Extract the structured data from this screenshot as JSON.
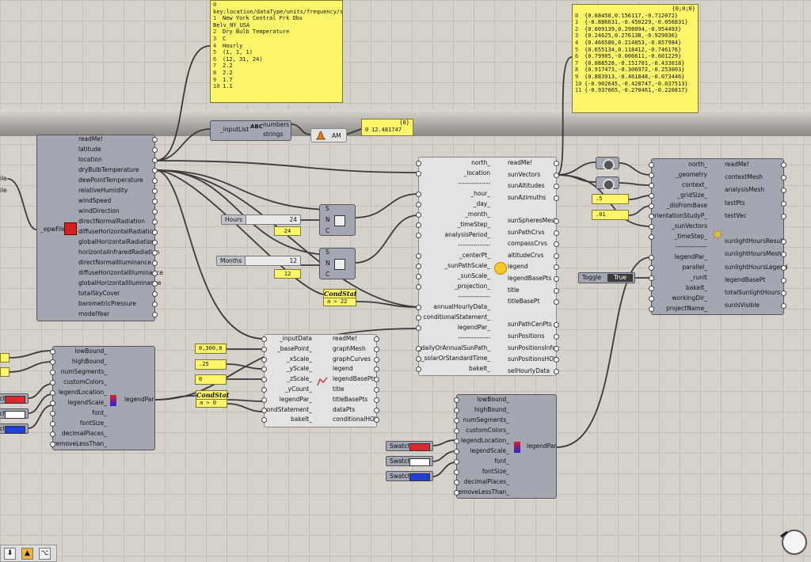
{
  "colors": {
    "accent_red": "#e0262f",
    "accent_white": "#ffffff",
    "accent_blue": "#1f3fd8",
    "panel_yellow": "#fdf66a"
  },
  "top_panel": {
    "lines": [
      {
        "i": "0",
        "t": "key:location/dataType/units/frequency/startsAt/endsAt"
      },
      {
        "i": "1",
        "t": "New York Central Prk Obs Belv_NY_USA"
      },
      {
        "i": "2",
        "t": "Dry Bulb Temperature"
      },
      {
        "i": "3",
        "t": "C"
      },
      {
        "i": "4",
        "t": "Hourly"
      },
      {
        "i": "5",
        "t": "(1, 1, 1)"
      },
      {
        "i": "6",
        "t": "(12, 31, 24)"
      },
      {
        "i": "7",
        "t": "2.2"
      },
      {
        "i": "8",
        "t": "2.2"
      },
      {
        "i": "9",
        "t": "1.7"
      },
      {
        "i": "10",
        "t": "1.1"
      }
    ]
  },
  "vec_panel": {
    "header": "{0;0;0}",
    "lines": [
      {
        "i": "0",
        "t": "{0.68458,0.156117,-0.712072}"
      },
      {
        "i": "1",
        "t": "{-0.886631,-0.450229,-0.056831}"
      },
      {
        "i": "2",
        "t": "{0.009139,0.298094,-0.954493}"
      },
      {
        "i": "3",
        "t": "{0.24625,0.276138,-0.929036}"
      },
      {
        "i": "4",
        "t": "{0.466586,0.214853,-0.857984}"
      },
      {
        "i": "5",
        "t": "{0.655134,0.118412,-0.746176}"
      },
      {
        "i": "6",
        "t": "{0.79905,-0.006611,-0.601229}"
      },
      {
        "i": "7",
        "t": "{0.888528,-0.151701,-0.433018}"
      },
      {
        "i": "8",
        "t": "{0.917473,-0.306972,-0.253003}"
      },
      {
        "i": "9",
        "t": "{0.883913,-0.461848,-0.073446}"
      },
      {
        "i": "10",
        "t": "{-0.902645,-0.428747,-0.037513}"
      },
      {
        "i": "11",
        "t": "{-0.937065,-0.270461,-0.220817}"
      }
    ]
  },
  "avg_panel": {
    "header": "{0}",
    "index": "0",
    "value": "12.481747"
  },
  "input_list": {
    "label": "_inputList",
    "out1": "numbers",
    "out2": "strings"
  },
  "average": {
    "label": "AM"
  },
  "epw": {
    "input": "_epwFile",
    "outputs": [
      "readMe!",
      "latitude",
      "location",
      "dryBulbTemperature",
      "dewPointTemperature",
      "relativeHumidity",
      "windSpeed",
      "windDirection",
      "directNormalRadiation",
      "diffuseHorizontalRadiation",
      "globalHorizontalRadiation",
      "horizontalInfraredRadiation",
      "directNormalIlluminance",
      "diffuseHorizontalIlluminance",
      "globalHorizontalIlluminance",
      "totalSkyCover",
      "barometricPressure",
      "modelYear"
    ]
  },
  "left_edge_labels": [
    "ile",
    "ile"
  ],
  "sliders": [
    {
      "name": "Hours",
      "value": "24"
    },
    {
      "name": "Months",
      "value": "12"
    }
  ],
  "value_panels": {
    "hours": "24",
    "months": "12",
    "basepoint": "0,300,0",
    "xscale": ".25",
    "zscale": "0",
    "gridsize": ".5",
    "disbase": ".01"
  },
  "series": {
    "in": [
      "S",
      "N",
      "C"
    ]
  },
  "conditions": [
    {
      "title": "CondStat",
      "expr": "a > 22"
    },
    {
      "title": "CondStat",
      "expr": "a > 0"
    }
  ],
  "sunpath": {
    "inputs": [
      "north_",
      "_location",
      "---------------",
      "_hour_",
      "_day_",
      "_month_",
      "_timeStep_",
      "analysisPeriod_",
      "---------------",
      "_centerPt_",
      "_sunPathScale_",
      "_sunScale_",
      "_projection_",
      "---------------",
      "annualHourlyData_",
      "conditionalStatement_",
      "legendPar_",
      "---------------",
      "_dailyOrAnnualSunPath_",
      "_solarOrStandardTime_",
      "bakeIt_"
    ],
    "outputs": [
      "readMe!",
      "sunVectors",
      "sunAltitudes",
      "sunAzimuths",
      "",
      "sunSpheresMesh",
      "sunPathCrvs",
      "compassCrvs",
      "altitudeCrvs",
      "legend",
      "legendBasePts",
      "title",
      "titleBasePt",
      "",
      "sunPathCenPts",
      "sunPositions",
      "sunPositionsInfo",
      "sunPositionsHOY",
      "selHourlyData"
    ]
  },
  "sunlight": {
    "inputs": [
      "north_",
      "_geometry",
      "context_",
      "_gridSize_",
      "_disFromBase",
      "orientationStudyP_",
      "_sunVectors",
      "_timeStep_",
      "---------------",
      "legendPar_",
      "parallel_",
      "_runIt",
      "bakeIt_",
      "workingDir_",
      "projectName_"
    ],
    "outputs": [
      "readMe!",
      "contextMesh",
      "analysisMesh",
      "testPts",
      "testVec",
      "",
      "sunlightHoursResult",
      "sunlightHoursMesh",
      "sunlightHoursLegend",
      "legendBasePt",
      "totalSunlightHours",
      "sunIsVisible"
    ]
  },
  "recolor": {
    "inputs": [
      "_inputData",
      "_basePoint_",
      "_xScale_",
      "_yScale_",
      "_zScale_",
      "_yCount_",
      "legendPar_",
      "condStatement_",
      "bakeIt_"
    ],
    "outputs": [
      "readMe!",
      "graphMesh",
      "graphCurves",
      "legend",
      "legendBasePts",
      "title",
      "titleBasePts",
      "dataPts",
      "conditionalHOY"
    ]
  },
  "legend_left": {
    "inputs": [
      "lowBound_",
      "highBound_",
      "numSegments_",
      "customColors_",
      "legendLocation_",
      "legendScale_",
      "font_",
      "fontSize_",
      "decimalPlaces_",
      "removeLessThan_"
    ],
    "output": "legendPar"
  },
  "legend_right": {
    "inputs": [
      "lowBound_",
      "highBound_",
      "numSegments_",
      "customColors_",
      "legendLocation_",
      "legendScale_",
      "font_",
      "fontSize_",
      "decimalPlaces_",
      "removeLessThan_"
    ],
    "output": "legendPar"
  },
  "swatch_label": "Swatch",
  "toggle": {
    "label": "Toggle",
    "value": "True"
  }
}
